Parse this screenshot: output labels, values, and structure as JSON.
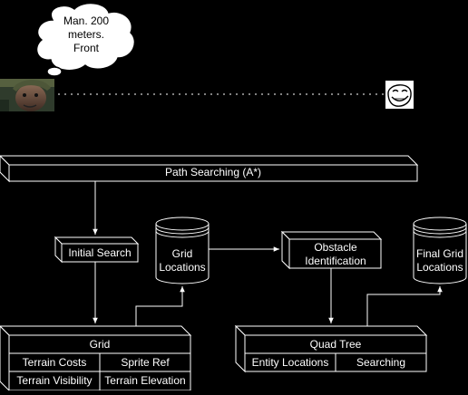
{
  "thought": {
    "line1": "Man. 200",
    "line2": "meters.",
    "line3": "Front"
  },
  "nodes": {
    "path_searching": "Path Searching (A*)",
    "initial_search": "Initial Search",
    "grid_locations": {
      "line1": "Grid",
      "line2": "Locations"
    },
    "obstacle_identification": {
      "line1": "Obstacle",
      "line2": "Identification"
    },
    "final_grid_locations": {
      "line1": "Final Grid",
      "line2": "Locations"
    },
    "grid": {
      "title": "Grid",
      "cells": [
        "Terrain Costs",
        "Sprite Ref",
        "Terrain Visibility",
        "Terrain Elevation"
      ]
    },
    "quad_tree": {
      "title": "Quad Tree",
      "cells": [
        "Entity Locations",
        "Searching"
      ]
    }
  },
  "colors": {
    "background": "#000000",
    "stroke": "#ffffff",
    "cloud_fill": "#ffffff"
  }
}
